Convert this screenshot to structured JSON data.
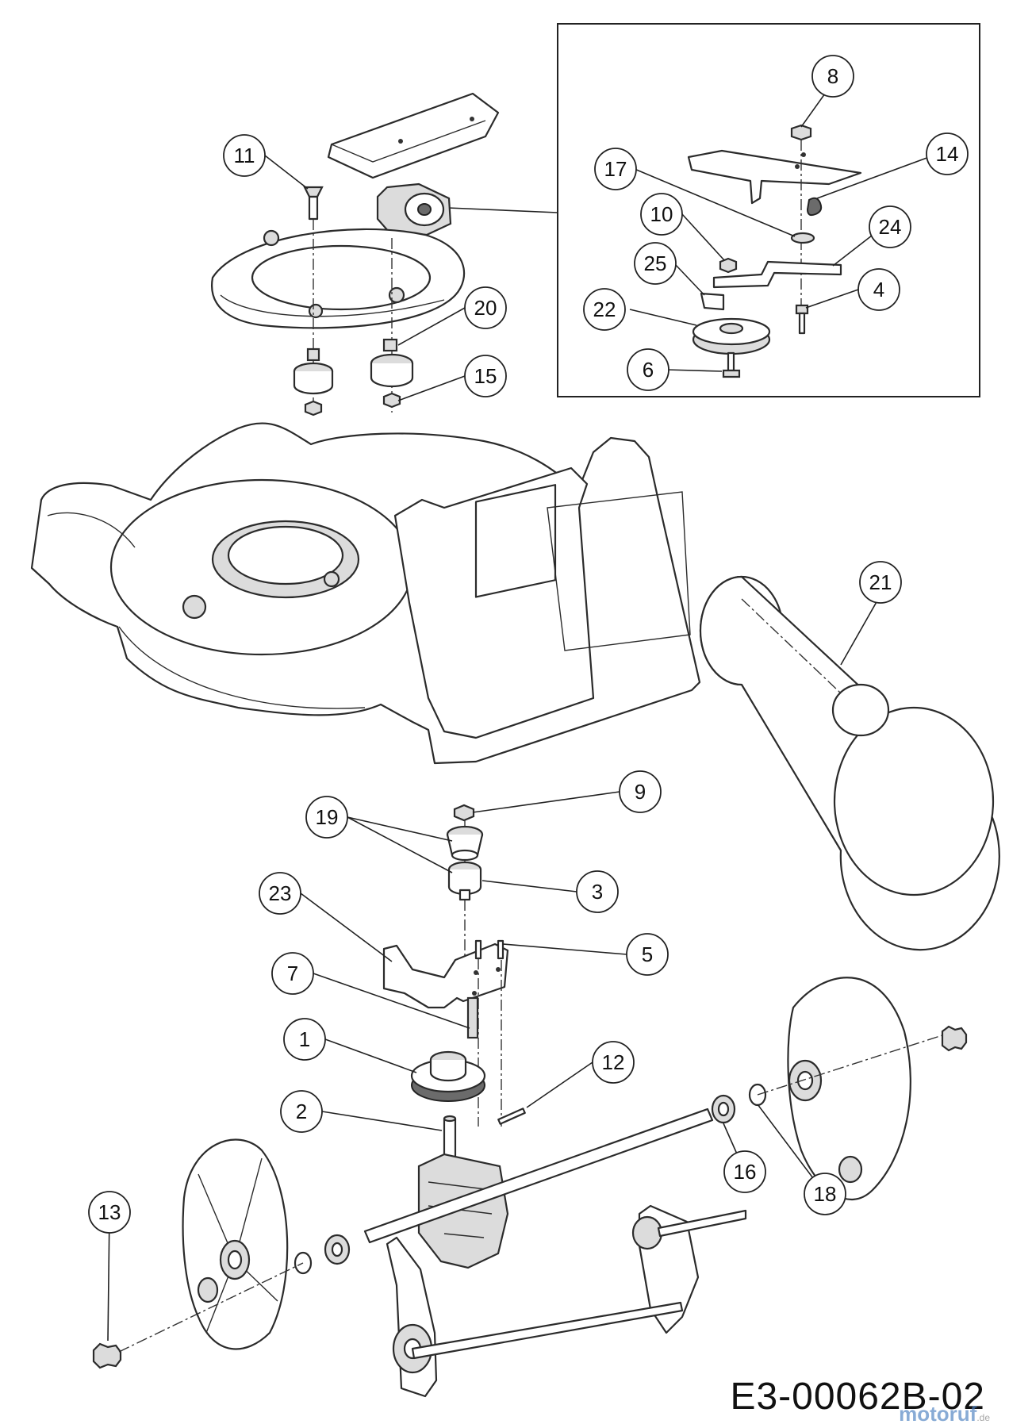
{
  "diagram": {
    "document_code": "E3-00062B-02",
    "watermark": "motoruf",
    "watermark_tld": ".de",
    "callouts": [
      {
        "id": "c1",
        "label": "1"
      },
      {
        "id": "c2",
        "label": "2"
      },
      {
        "id": "c3",
        "label": "3"
      },
      {
        "id": "c4",
        "label": "4"
      },
      {
        "id": "c5",
        "label": "5"
      },
      {
        "id": "c6",
        "label": "6"
      },
      {
        "id": "c7",
        "label": "7"
      },
      {
        "id": "c8",
        "label": "8"
      },
      {
        "id": "c9",
        "label": "9"
      },
      {
        "id": "c10",
        "label": "10"
      },
      {
        "id": "c11",
        "label": "11"
      },
      {
        "id": "c12",
        "label": "12"
      },
      {
        "id": "c13",
        "label": "13"
      },
      {
        "id": "c14",
        "label": "14"
      },
      {
        "id": "c15",
        "label": "15"
      },
      {
        "id": "c16",
        "label": "16"
      },
      {
        "id": "c17",
        "label": "17"
      },
      {
        "id": "c18",
        "label": "18"
      },
      {
        "id": "c19",
        "label": "19"
      },
      {
        "id": "c20",
        "label": "20"
      },
      {
        "id": "c21",
        "label": "21"
      },
      {
        "id": "c22",
        "label": "22"
      },
      {
        "id": "c23",
        "label": "23"
      },
      {
        "id": "c24",
        "label": "24"
      },
      {
        "id": "c25",
        "label": "25"
      }
    ]
  }
}
